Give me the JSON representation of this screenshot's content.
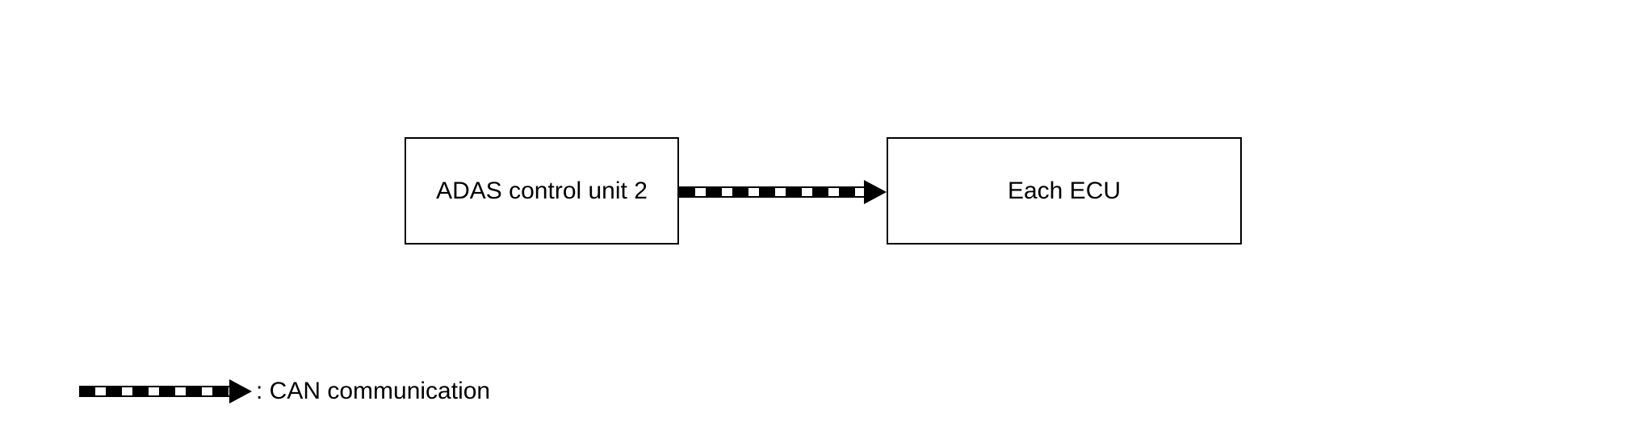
{
  "page": {
    "background_color": "#ffffff",
    "ink_color": "#000000"
  },
  "diagram": {
    "nodes": [
      {
        "id": "adas-control-unit-2",
        "label": "ADAS control unit 2"
      },
      {
        "id": "each-ecu",
        "label": "Each ECU"
      }
    ],
    "connections": [
      {
        "from": "adas-control-unit-2",
        "to": "each-ecu",
        "type": "CAN communication",
        "style": "thick-dashed-arrow",
        "direction": "right"
      }
    ]
  },
  "legend": {
    "symbol": "can-dashed-arrow",
    "label": ": CAN communication"
  }
}
